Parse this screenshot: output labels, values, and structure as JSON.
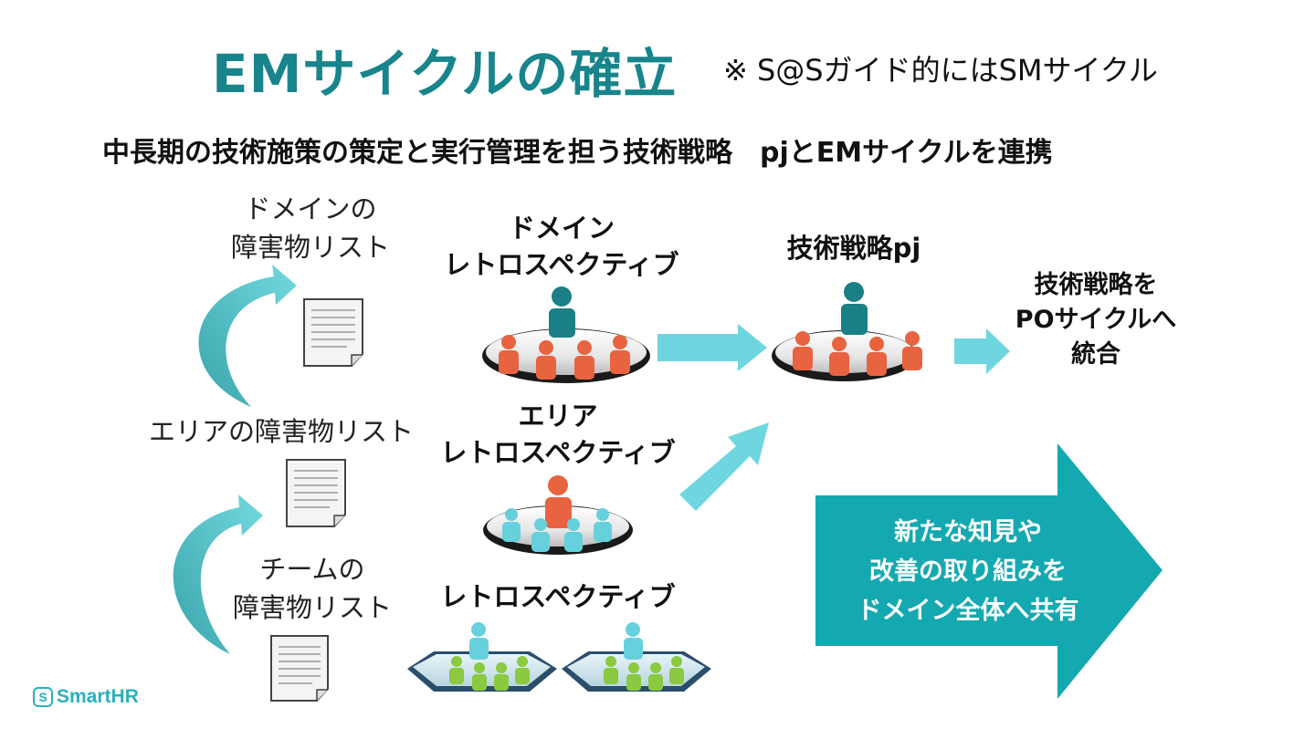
{
  "title": "EMサイクルの確立",
  "note": "※ S@Sガイド的にはSMサイクル",
  "subtitle": "中長期の技術施策の策定と実行管理を担う技術戦略　pjとEMサイクルを連携",
  "lists": {
    "domain": [
      "ドメインの",
      "障害物リスト"
    ],
    "area": [
      "エリアの障害物リスト"
    ],
    "team": [
      "チームの",
      "障害物リスト"
    ]
  },
  "retros": {
    "domain": [
      "ドメイン",
      "レトロスペクティブ"
    ],
    "area": [
      "エリア",
      "レトロスペクティブ"
    ],
    "team": [
      "レトロスペクティブ"
    ]
  },
  "strategy_label": "技術戦略pj",
  "integrate_label": [
    "技術戦略を",
    "POサイクルへ",
    "統合"
  ],
  "big_arrow_label": [
    "新たな知見や",
    "改善の取り組みを",
    "ドメイン全体へ共有"
  ],
  "logo_text": "SmartHR",
  "colors": {
    "title": "#17858b",
    "arrow_light": "#6fd6df",
    "arrow_curve": "#57c9cf",
    "big_arrow": "#14a9b1",
    "person_orange": "#e8633f",
    "person_teal": "#1a7f86",
    "person_light": "#66d1dc",
    "person_green": "#8ac940"
  }
}
